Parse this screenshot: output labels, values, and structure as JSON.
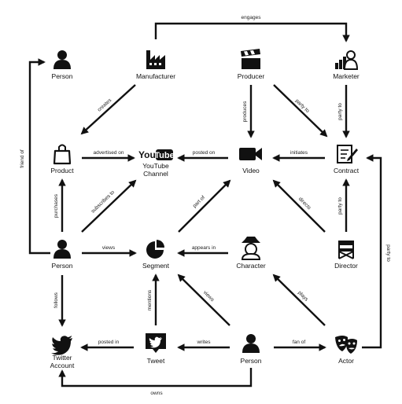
{
  "nodes": {
    "person_top": {
      "label": "Person",
      "icon": "person-icon"
    },
    "manufacturer": {
      "label": "Manufacturer",
      "icon": "factory-icon"
    },
    "producer": {
      "label": "Producer",
      "icon": "clapperboard-icon"
    },
    "marketer": {
      "label": "Marketer",
      "icon": "marketer-icon"
    },
    "product": {
      "label": "Product",
      "icon": "shopping-bag-icon"
    },
    "youtube": {
      "label_line1": "YouTube",
      "label_line2": "Channel",
      "icon": "youtube-logo-icon",
      "logo_you": "You",
      "logo_tube": "Tube"
    },
    "video": {
      "label": "Video",
      "icon": "video-camera-icon"
    },
    "contract": {
      "label": "Contract",
      "icon": "contract-icon"
    },
    "person_mid": {
      "label": "Person",
      "icon": "person-icon"
    },
    "segment": {
      "label": "Segment",
      "icon": "pie-chart-icon"
    },
    "character": {
      "label": "Character",
      "icon": "character-icon"
    },
    "director": {
      "label": "Director",
      "icon": "director-chair-icon"
    },
    "twitter": {
      "label_line1": "Twitter",
      "label_line2": "Account",
      "icon": "twitter-bird-icon"
    },
    "tweet": {
      "label": "Tweet",
      "icon": "tweet-icon"
    },
    "person_bottom": {
      "label": "Person",
      "icon": "person-icon"
    },
    "actor": {
      "label": "Actor",
      "icon": "theater-masks-icon"
    }
  },
  "edges": {
    "engages": "engages",
    "friend_of": "friend of",
    "creates": "creates",
    "produces": "produces",
    "party_to_producer": "party to",
    "party_to_marketer": "party to",
    "advertised_on": "advertised on",
    "posted_on": "posted on",
    "initiates": "initiates",
    "purchases": "purchases",
    "subscribes_to": "subscribes to",
    "part_of": "part of",
    "directs": "directs",
    "party_to_director": "party to",
    "party_to_actor": "party to",
    "views_mid": "views",
    "appears_in": "appears in",
    "follows": "follows",
    "mentions": "mentions",
    "views_bottom": "views",
    "plays": "plays",
    "posted_in": "posted in",
    "writes": "writes",
    "fan_of": "fan of",
    "owns": "owns"
  }
}
